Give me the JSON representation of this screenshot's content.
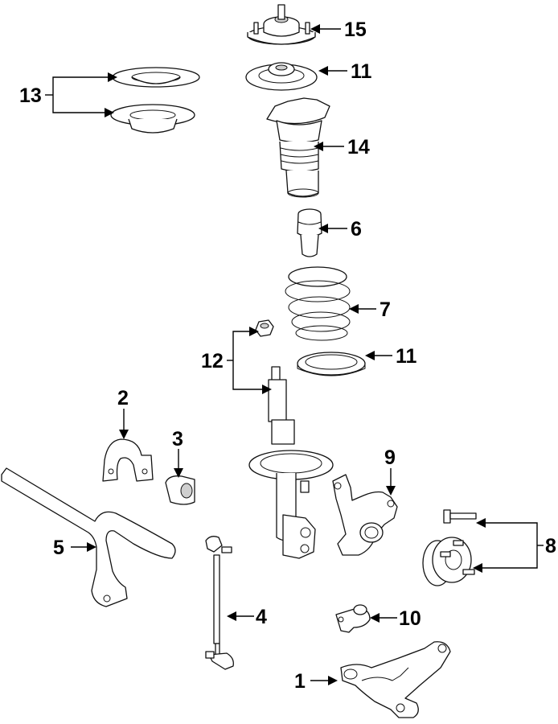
{
  "callouts": [
    {
      "id": "1",
      "label": "1"
    },
    {
      "id": "2",
      "label": "2"
    },
    {
      "id": "3",
      "label": "3"
    },
    {
      "id": "4",
      "label": "4"
    },
    {
      "id": "5",
      "label": "5"
    },
    {
      "id": "6",
      "label": "6"
    },
    {
      "id": "7",
      "label": "7"
    },
    {
      "id": "8",
      "label": "8"
    },
    {
      "id": "9",
      "label": "9"
    },
    {
      "id": "10",
      "label": "10"
    },
    {
      "id": "11a",
      "label": "11"
    },
    {
      "id": "11b",
      "label": "11"
    },
    {
      "id": "12",
      "label": "12"
    },
    {
      "id": "13",
      "label": "13"
    },
    {
      "id": "14",
      "label": "14"
    },
    {
      "id": "15",
      "label": "15"
    }
  ]
}
